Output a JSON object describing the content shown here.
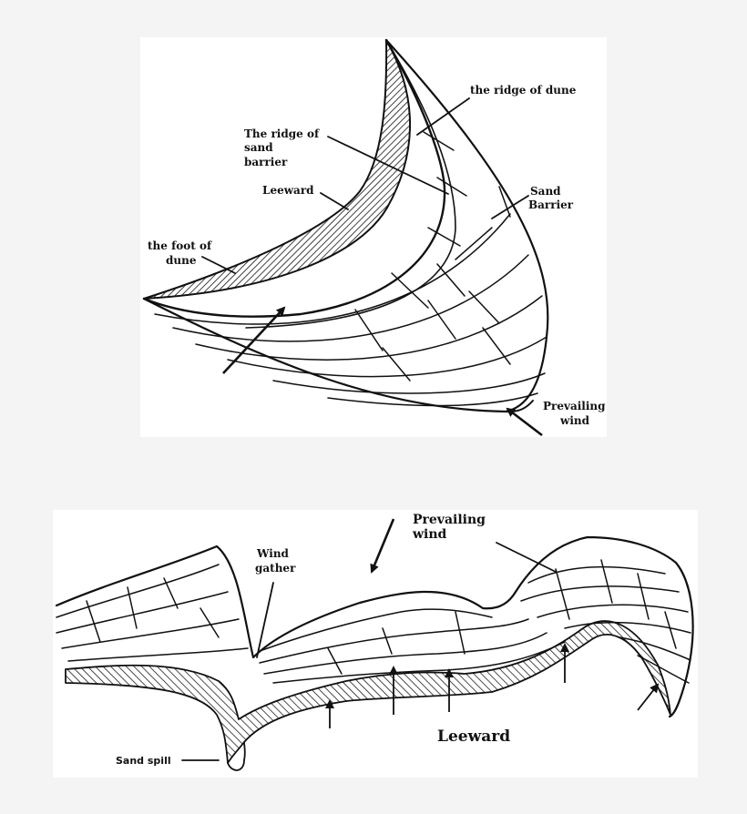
{
  "diagram": {
    "top": {
      "labels": {
        "ridge_of_dune": "the ridge of dune",
        "ridge_of_sand_barrier": [
          "The ridge of",
          "sand",
          "barrier"
        ],
        "leeward": "Leeward",
        "sand_barrier": [
          "Sand",
          "Barrier"
        ],
        "foot_of_dune": [
          "the foot of",
          "dune"
        ],
        "prevailing_wind": [
          "Prevailing",
          "wind"
        ]
      }
    },
    "bottom": {
      "labels": {
        "prevailing_wind": [
          "Prevailing",
          "wind"
        ],
        "wind_gather": [
          "Wind",
          "gather"
        ],
        "leeward": "Leeward",
        "sand_spill": "Sand spill"
      }
    }
  },
  "colors": {
    "background": "#f4f4f4",
    "panel": "#ffffff",
    "ink": "#111111"
  }
}
